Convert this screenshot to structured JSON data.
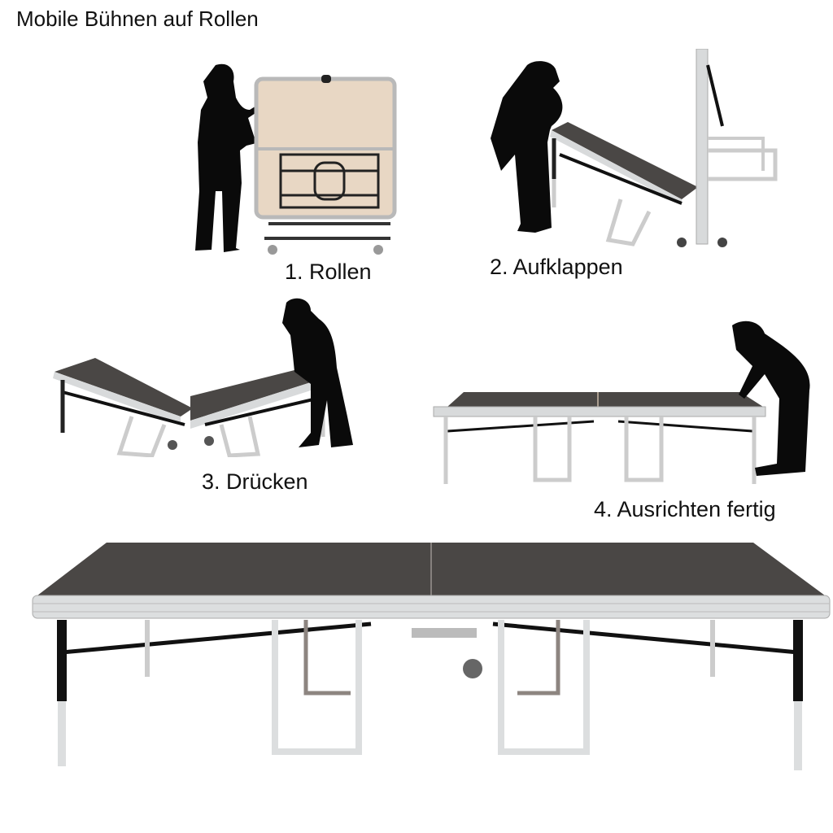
{
  "title": "Mobile Bühnen auf Rollen",
  "steps": [
    {
      "number": 1,
      "label": "1. Rollen",
      "description": "Person rolling the folded stage upright on casters"
    },
    {
      "number": 2,
      "label": "2. Aufklappen",
      "description": "Person unfolding one stage panel down from the upright position"
    },
    {
      "number": 3,
      "label": "3. Drücken",
      "description": "Person pressing the two angled panels down in a V-shape"
    },
    {
      "number": 4,
      "label": "4. Ausrichten fertig",
      "description": "Person aligning the flat, fully unfolded stage"
    }
  ],
  "final_image": {
    "description": "Fully assembled mobile stage with two dark deck panels on aluminium frame, folding legs and central casters"
  },
  "colors": {
    "deck": "#4a4745",
    "frame": "#d8dadb",
    "silhouette": "#0a0a0a",
    "text": "#111111",
    "board": "#e8d7c4"
  }
}
